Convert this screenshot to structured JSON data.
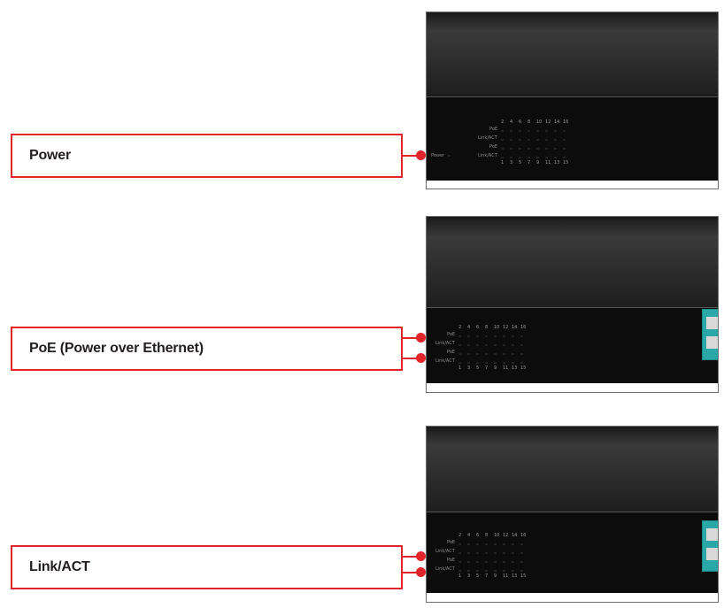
{
  "callouts": [
    {
      "label": "Power"
    },
    {
      "label": "PoE (Power over Ethernet)"
    },
    {
      "label": "Link/ACT"
    }
  ],
  "panel": {
    "led_row_labels": [
      "PoE",
      "Link/ACT",
      "PoE",
      "Link/ACT"
    ],
    "power_label": "Power",
    "top_port_numbers": [
      "2",
      "4",
      "6",
      "8",
      "10",
      "12",
      "14",
      "16"
    ],
    "bottom_port_numbers": [
      "1",
      "3",
      "5",
      "7",
      "9",
      "11",
      "13",
      "15"
    ]
  },
  "colors": {
    "accent": "#e1252b",
    "panel_dark": "#0c0c0c",
    "port_teal": "#2aa7a7"
  }
}
